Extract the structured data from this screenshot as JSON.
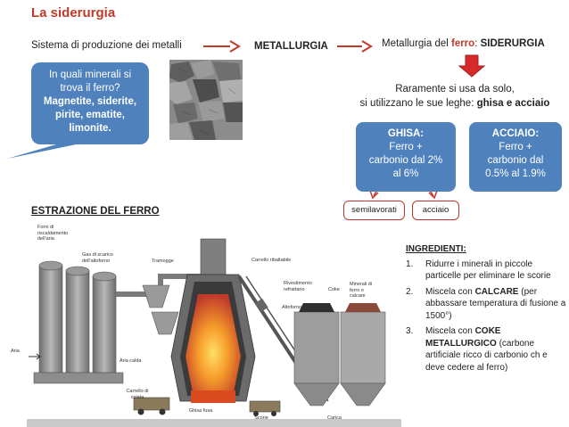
{
  "header": {
    "title": "La siderurgia"
  },
  "flow": {
    "intro": "Sistema di produzione dei metalli",
    "metallurgia": "METALLURGIA",
    "ferro_prefix": "Metallurgia del ",
    "ferro_word": "ferro",
    "ferro_colon": ": ",
    "siderurgia": "SIDERURGIA",
    "raramente_line1": "Raramente si usa da solo,",
    "raramente_line2": "si utilizzano le sue leghe: ",
    "raramente_bold": "ghisa e acciaio"
  },
  "callout": {
    "line1": "In quali minerali si",
    "line2": "trova il ferro?",
    "line3": "Magnetite, siderite,",
    "line4": "pirite, ematite,",
    "line5": "limonite."
  },
  "ghisa": {
    "title": "GHISA:",
    "line1": "Ferro +",
    "line2": "carbonio dal 2%",
    "line3": "al 6%"
  },
  "acciaio": {
    "title": "ACCIAIO:",
    "line1": "Ferro +",
    "line2": "carbonio dal",
    "line3": "0.5% al 1.9%"
  },
  "tags": {
    "semilavorati": "semilavorati",
    "acciaio": "acciaio"
  },
  "estrazione": "ESTRAZIONE DEL FERRO",
  "ingredienti": {
    "heading": "INGREDIENTI:",
    "items": [
      {
        "num": "1.",
        "text": "Ridurre i minerali in piccole particelle per eliminare le scorie"
      },
      {
        "num": "2.",
        "pre": "Miscela con ",
        "bold": "CALCARE",
        "post": " (per abbassare temperatura di fusione a 1500°)"
      },
      {
        "num": "3.",
        "pre": "Miscela con ",
        "bold": "COKE METALLURGICO",
        "post": " (carbone artificiale ricco di carbonio ch e deve cedere al ferro)"
      }
    ]
  },
  "plant_labels": {
    "forni": "Forni di riscaldamento dell'aria",
    "gas": "Gas di scarico dell'altoforno",
    "tramogge": "Tramogge",
    "carrello_rib": "Carrello ribaltabile",
    "rivestimento": "Rivestimento refrattario",
    "coke": "Coke",
    "minerali": "Minerali di ferro e calcare",
    "altoforno": "Altoforno",
    "aria": "Aria",
    "aria_calda": "Aria calda",
    "carrello_colata": "Carrello di colata",
    "ghisa_fusa": "Ghisa fusa",
    "scorie": "Scorie",
    "carica": "Carica"
  },
  "colors": {
    "accent_red": "#c0392b",
    "box_blue": "#4f81bd"
  }
}
